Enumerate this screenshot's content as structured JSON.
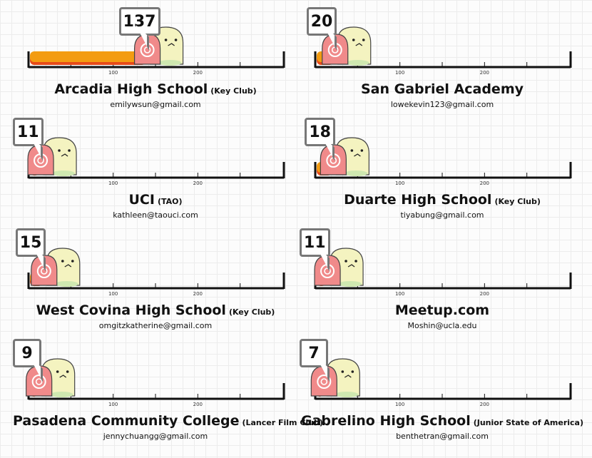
{
  "chart_data": {
    "type": "bar",
    "xlim": [
      0,
      300
    ],
    "ticks": [
      100,
      200
    ],
    "colors": {
      "bar": "#f39c12",
      "bar_edge": "#e64a19",
      "shell": "#f08a8a",
      "body": "#f4f3c0"
    },
    "panels": [
      {
        "value": 137,
        "name": "Arcadia High School",
        "sub": "(Key Club)",
        "email": "emilywsun@gmail.com"
      },
      {
        "value": 20,
        "name": "San Gabriel Academy",
        "sub": "",
        "email": "lowekevin123@gmail.com"
      },
      {
        "value": 11,
        "name": "UCI",
        "sub": "(TAO)",
        "email": "kathleen@taouci.com"
      },
      {
        "value": 18,
        "name": "Duarte High School",
        "sub": "(Key Club)",
        "email": "tiyabung@gmail.com"
      },
      {
        "value": 15,
        "name": "West Covina High School",
        "sub": "(Key Club)",
        "email": "omgitzkatherine@gmail.com"
      },
      {
        "value": 11,
        "name": "Meetup.com",
        "sub": "",
        "email": "Moshin@ucla.edu"
      },
      {
        "value": 9,
        "name": "Pasadena Community College",
        "sub": "(Lancer Film Club)",
        "email": "jennychuangg@gmail.com"
      },
      {
        "value": 7,
        "name": "Gabrelino High School",
        "sub": "(Junior State of America)",
        "email": "benthetran@gmail.com"
      }
    ]
  }
}
